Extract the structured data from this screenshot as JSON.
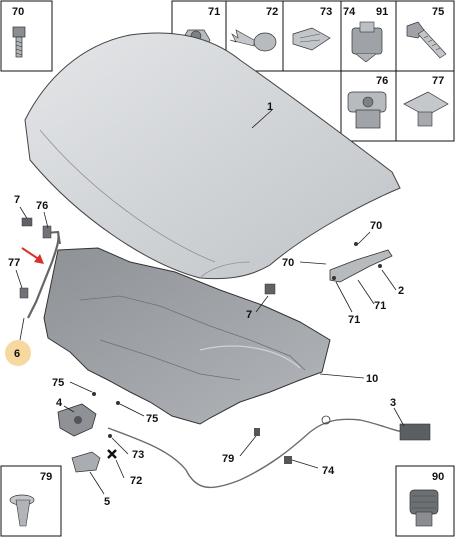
{
  "diagram": {
    "box_labels": {
      "b70": "70",
      "b71": "71",
      "b72": "72",
      "b73": "73",
      "b74": "74",
      "b91": "91",
      "b75": "75",
      "b76": "76",
      "b77": "77",
      "b79": "79",
      "b90": "90"
    },
    "callouts": {
      "c1": "1",
      "c7a": "7",
      "c76": "76",
      "c77": "77",
      "c6": "6",
      "c70a": "70",
      "c70b": "70",
      "c2": "2",
      "c71a": "71",
      "c71b": "71",
      "c7b": "7",
      "c10": "10",
      "c75a": "75",
      "c4": "4",
      "c75b": "75",
      "c3": "3",
      "c73": "73",
      "c72": "72",
      "c79": "79",
      "c5": "5",
      "c74": "74"
    },
    "colors": {
      "highlight": "#f7d9a0",
      "arrow": "#d9302c",
      "part_fill": "#c9ccd0",
      "shield_fill": "#9ea2a6"
    }
  }
}
